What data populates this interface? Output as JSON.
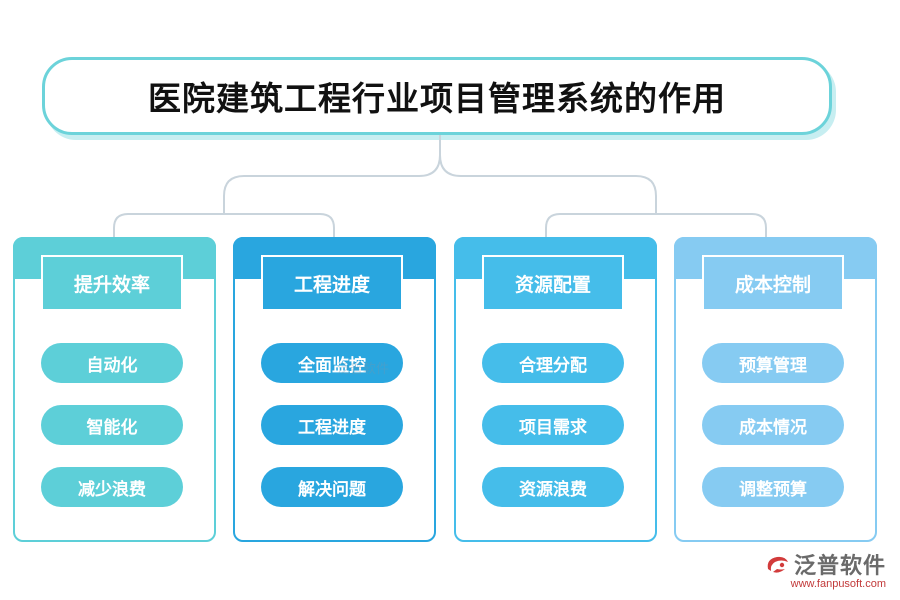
{
  "title": "医院建筑工程行业项目管理系统的作用",
  "colors": {
    "title_border": "#6cd3da",
    "connector": "#c9d4dc"
  },
  "categories": [
    {
      "label": "提升效率",
      "color": "#5dcfd8",
      "items": [
        "自动化",
        "智能化",
        "减少浪费"
      ]
    },
    {
      "label": "工程进度",
      "color": "#29a6df",
      "items": [
        "全面监控",
        "工程进度",
        "解决问题"
      ]
    },
    {
      "label": "资源配置",
      "color": "#45bdea",
      "items": [
        "合理分配",
        "项目需求",
        "资源浪费"
      ]
    },
    {
      "label": "成本控制",
      "color": "#86cbf2",
      "items": [
        "预算管理",
        "成本情况",
        "调整预算"
      ]
    }
  ],
  "watermark": "泛普软件",
  "brand": {
    "name": "泛普软件",
    "url": "www.fanpusoft.com",
    "logo_icon": "fanpu-logo-icon"
  }
}
